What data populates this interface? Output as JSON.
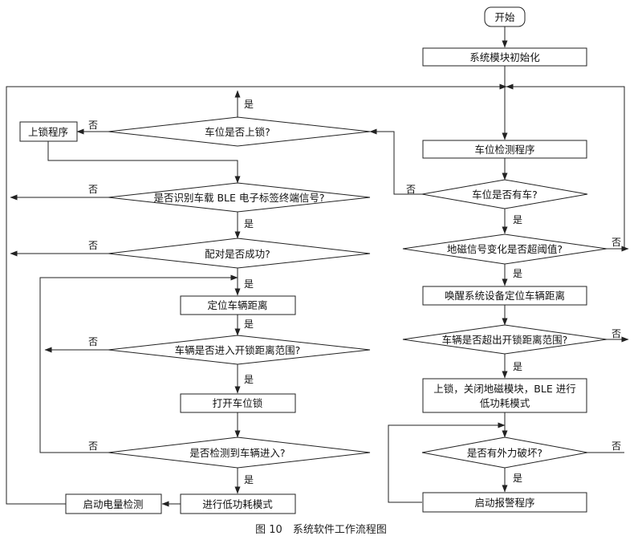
{
  "nodes": {
    "start": "开始",
    "init": "系统模块初始化",
    "detect_proc": "车位检测程序",
    "has_car": "车位是否有车?",
    "mag_change": "地磁信号变化是否超阈值?",
    "wake": "唤醒系统设备定位车辆距离",
    "exceed_range": "车辆是否超出开锁距离范围?",
    "lock_line1": "上锁，关闭地磁模块，BLE 进行",
    "lock_line2": "低功耗模式",
    "external_damage": "是否有外力破坏?",
    "alarm": "启动报警程序",
    "is_locked": "车位是否上锁?",
    "lock_proc": "上锁程序",
    "identify_ble": "是否识别车载 BLE 电子标签终端信号?",
    "pair_ok": "配对是否成功?",
    "locate": "定位车辆距离",
    "enter_range": "车辆是否进入开锁距离范围?",
    "open_lock": "打开车位锁",
    "detect_enter": "是否检测到车辆进入?",
    "low_power": "进行低功耗模式",
    "battery": "启动电量检测"
  },
  "labels": {
    "yes": "是",
    "no": "否"
  },
  "caption": "图 10　系统软件工作流程图"
}
